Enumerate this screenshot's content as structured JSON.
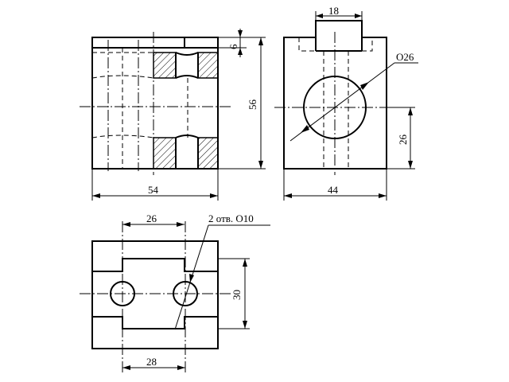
{
  "dimensions": {
    "front_width": "54",
    "front_height": "56",
    "front_top": "6",
    "side_width": "44",
    "side_slot": "18",
    "side_hole_dia": "O26",
    "side_hole_height": "26",
    "top_slot": "26",
    "top_holes_note": "2 отв. O10",
    "top_height": "30",
    "top_spacing": "28"
  }
}
